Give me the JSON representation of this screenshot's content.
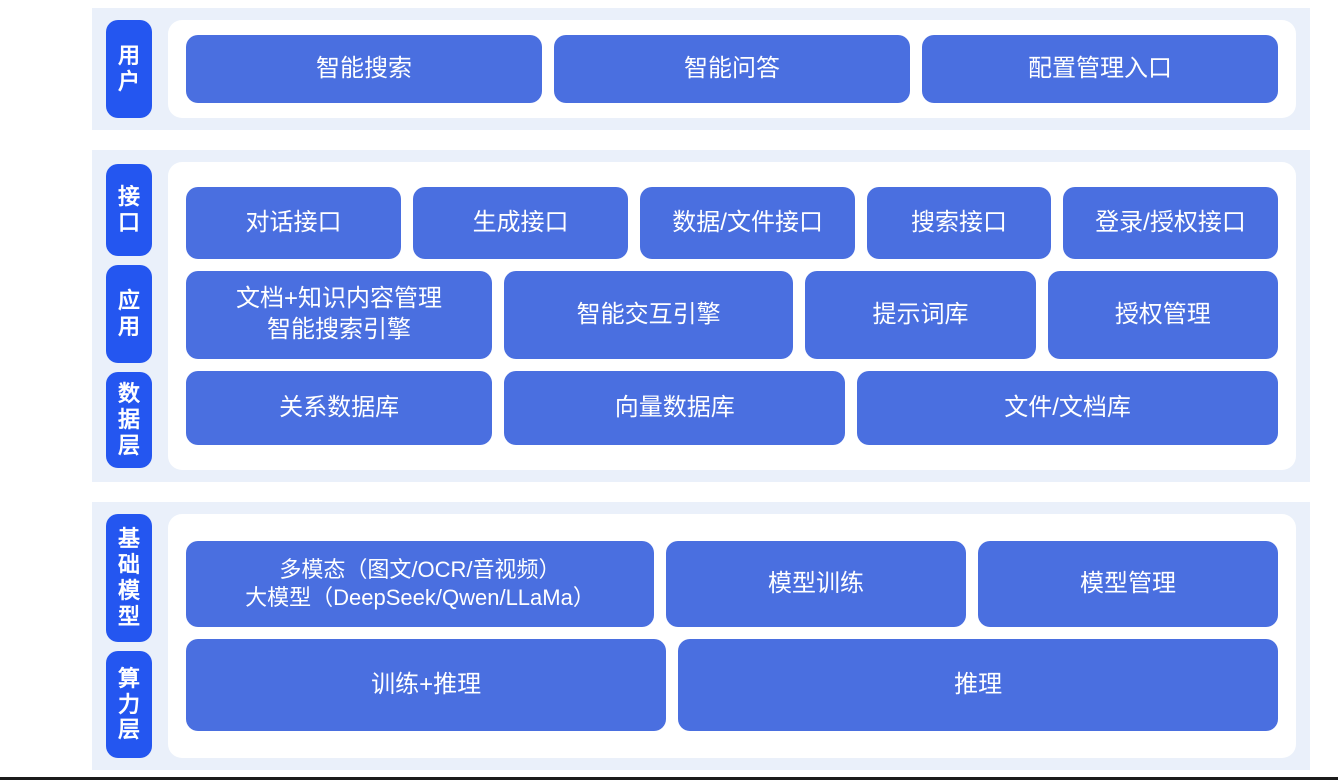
{
  "theme": {
    "page_background": "#ffffff",
    "band_background": "#eaf0fa",
    "card_background": "#ffffff",
    "tab_blue": "#2456f0",
    "box_blue": "#4a6fe0",
    "box_text": "#ffffff"
  },
  "sections": [
    {
      "id": "user",
      "tabs": [
        {
          "label": "用户"
        }
      ],
      "rows": [
        {
          "id": "user-entries",
          "boxes": [
            {
              "label": "智能搜索",
              "flex": 1
            },
            {
              "label": "智能问答",
              "flex": 1
            },
            {
              "label": "配置管理入口",
              "flex": 1
            }
          ]
        }
      ]
    },
    {
      "id": "mid",
      "tabs": [
        {
          "label": "接口"
        },
        {
          "label": "应用"
        },
        {
          "label": "数据层"
        }
      ],
      "rows": [
        {
          "id": "api-layer",
          "boxes": [
            {
              "label": "对话接口",
              "flex": 1.0
            },
            {
              "label": "生成接口",
              "flex": 1.0
            },
            {
              "label": "数据/文件接口",
              "flex": 1.0
            },
            {
              "label": "搜索接口",
              "flex": 0.84
            },
            {
              "label": "登录/授权接口",
              "flex": 1.0
            }
          ]
        },
        {
          "id": "app-layer",
          "boxes": [
            {
              "label": "文档+知识内容管理\n智能搜索引擎",
              "flex": 1.36
            },
            {
              "label": "智能交互引擎",
              "flex": 1.28
            },
            {
              "label": "提示词库",
              "flex": 1.0
            },
            {
              "label": "授权管理",
              "flex": 1.0
            }
          ]
        },
        {
          "id": "data-layer",
          "boxes": [
            {
              "label": "关系数据库",
              "flex": 1.0
            },
            {
              "label": "向量数据库",
              "flex": 1.12
            },
            {
              "label": "文件/文档库",
              "flex": 1.4
            }
          ]
        }
      ]
    },
    {
      "id": "base",
      "tabs": [
        {
          "label": "基础模型"
        },
        {
          "label": "算力层"
        }
      ],
      "rows": [
        {
          "id": "model-layer",
          "boxes": [
            {
              "label": "多模态（图文/OCR/音视频）\n大模型（DeepSeek/Qwen/LLaMa）",
              "flex": 1.6
            },
            {
              "label": "模型训练",
              "flex": 1.0
            },
            {
              "label": "模型管理",
              "flex": 1.0
            }
          ]
        },
        {
          "id": "compute-layer",
          "boxes": [
            {
              "label": "训练+推理",
              "flex": 1.0
            },
            {
              "label": "推理",
              "flex": 1.26
            }
          ]
        }
      ]
    }
  ]
}
